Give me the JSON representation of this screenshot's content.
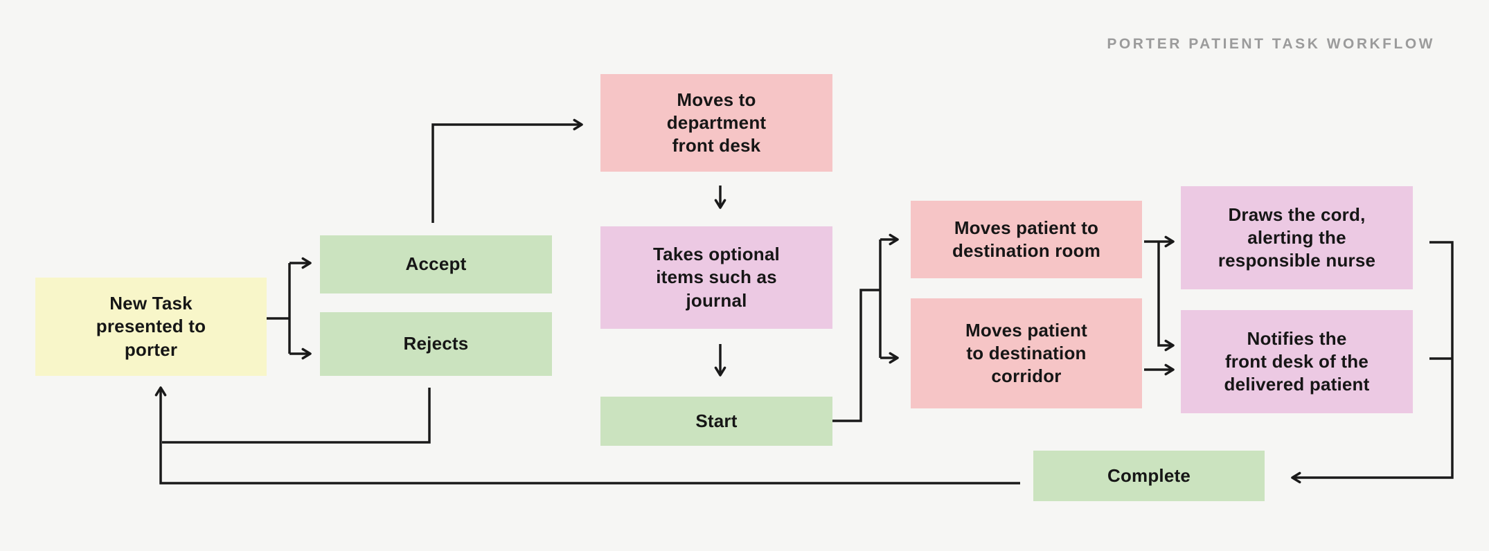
{
  "title": "PORTER PATIENT TASK WORKFLOW",
  "colors": {
    "background": "#F6F6F4",
    "yellow": "#F8F6C9",
    "green": "#CBE3BF",
    "pink": "#F6C5C6",
    "purple": "#ECC9E3",
    "line": "#1A1A1A",
    "text": "#161616",
    "title-text": "#9B9B9B"
  },
  "nodes": [
    {
      "id": "new-task",
      "label": "New Task\npresented to\nporter",
      "color": "yellow"
    },
    {
      "id": "accept",
      "label": "Accept",
      "color": "green"
    },
    {
      "id": "rejects",
      "label": "Rejects",
      "color": "green"
    },
    {
      "id": "front-desk",
      "label": "Moves to\ndepartment\nfront desk",
      "color": "pink"
    },
    {
      "id": "takes-items",
      "label": "Takes optional\nitems such as\njournal",
      "color": "purple"
    },
    {
      "id": "start",
      "label": "Start",
      "color": "green"
    },
    {
      "id": "dest-room",
      "label": "Moves patient to\ndestination room",
      "color": "pink"
    },
    {
      "id": "dest-corridor",
      "label": "Moves patient\nto destination\ncorridor",
      "color": "pink"
    },
    {
      "id": "draws-cord",
      "label": "Draws the cord,\nalerting the\nresponsible nurse",
      "color": "purple"
    },
    {
      "id": "notifies-desk",
      "label": "Notifies the\nfront desk of the\ndelivered patient",
      "color": "purple"
    },
    {
      "id": "complete",
      "label": "Complete",
      "color": "green"
    }
  ],
  "edges": [
    {
      "from": "new-task",
      "to": "accept"
    },
    {
      "from": "new-task",
      "to": "rejects"
    },
    {
      "from": "accept",
      "to": "front-desk"
    },
    {
      "from": "front-desk",
      "to": "takes-items"
    },
    {
      "from": "takes-items",
      "to": "start"
    },
    {
      "from": "start",
      "to": "dest-room"
    },
    {
      "from": "start",
      "to": "dest-corridor"
    },
    {
      "from": "dest-room",
      "to": "draws-cord"
    },
    {
      "from": "dest-room",
      "to": "notifies-desk"
    },
    {
      "from": "dest-corridor",
      "to": "notifies-desk"
    },
    {
      "from": "draws-cord",
      "to": "complete"
    },
    {
      "from": "notifies-desk",
      "to": "complete"
    },
    {
      "from": "complete",
      "to": "new-task"
    },
    {
      "from": "rejects",
      "to": "new-task"
    }
  ]
}
